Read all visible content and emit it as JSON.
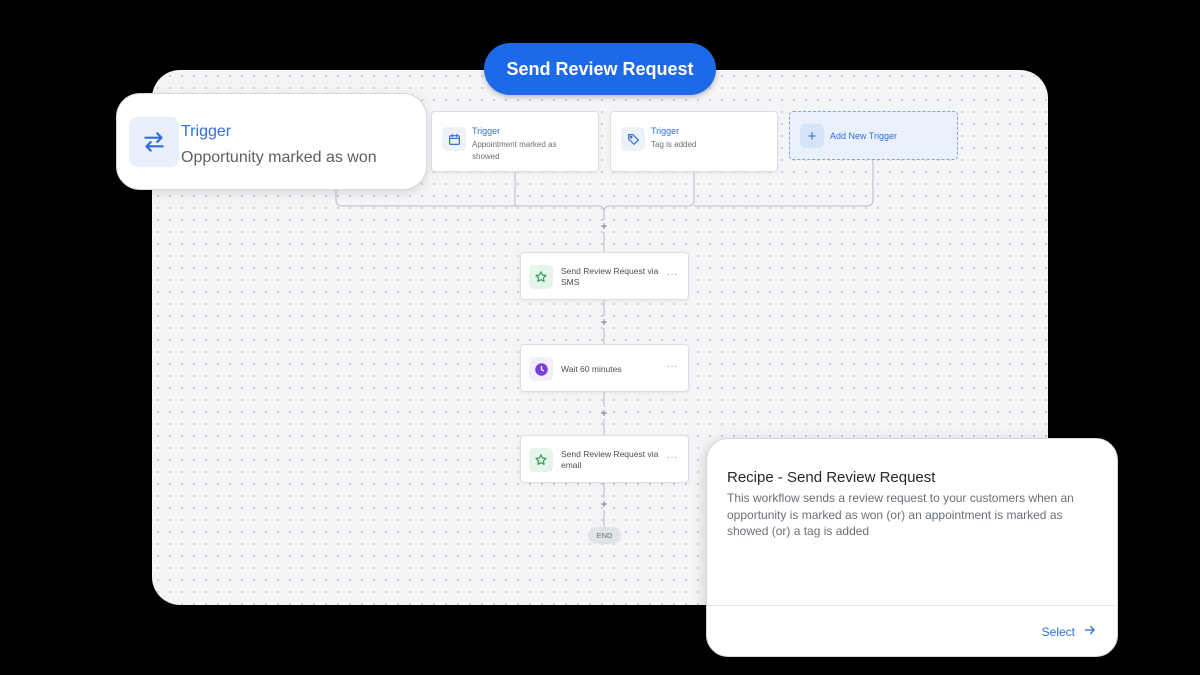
{
  "workflow": {
    "title": "Send Review Request",
    "trigger_label": "Trigger",
    "triggers": [
      {
        "label": "Trigger",
        "value": "Opportunity marked as won",
        "icon": "arrows-swap-icon"
      },
      {
        "label": "Trigger",
        "value": "Appointment marked as showed",
        "icon": "calendar-icon"
      },
      {
        "label": "Trigger",
        "value": "Tag is added",
        "icon": "tag-icon"
      }
    ],
    "add_trigger_label": "Add New Trigger",
    "actions": [
      {
        "label": "Send Review Request via SMS",
        "icon": "star-review-icon"
      },
      {
        "label": "Wait 60 minutes",
        "icon": "clock-icon"
      },
      {
        "label": "Send Review Request via email",
        "icon": "star-review-icon"
      }
    ],
    "menu_glyph": "···",
    "end_label": "END"
  },
  "recipe": {
    "title": "Recipe - Send Review Request",
    "description": "This workflow sends a review request to your customers when an opportunity is marked as won (or) an appointment is marked as showed (or) a tag is added",
    "select_label": "Select"
  },
  "colors": {
    "accent": "#1d6ae8",
    "link": "#2f6fd8",
    "clock": "#7b3fd6",
    "review": "#2e9e5b"
  }
}
